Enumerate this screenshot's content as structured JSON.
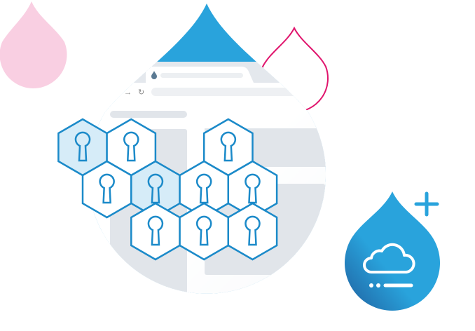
{
  "colors": {
    "brand_blue": "#29a3dc",
    "dark_blue": "#1f5f9e",
    "pink": "#f9cfe2",
    "magenta": "#e0156d",
    "hex_stroke": "#1b8ac9",
    "hex_fill_active": "#d6ecf8",
    "browser_gray": "#dde2e8"
  },
  "icons": [
    "drupal-drop-icon",
    "keyhole-icon",
    "cloud-icon",
    "plus-icon",
    "back-arrow-icon",
    "forward-arrow-icon",
    "reload-icon"
  ],
  "hexagons": [
    {
      "row": 0,
      "col": 0,
      "active": true
    },
    {
      "row": 0,
      "col": 1,
      "active": false
    },
    {
      "row": 0,
      "col": 3,
      "active": false
    },
    {
      "row": 1,
      "col": 0,
      "active": false
    },
    {
      "row": 1,
      "col": 1,
      "active": true
    },
    {
      "row": 1,
      "col": 2,
      "active": false
    },
    {
      "row": 1,
      "col": 3,
      "active": false
    },
    {
      "row": 2,
      "col": 1,
      "active": false
    },
    {
      "row": 2,
      "col": 2,
      "active": false
    },
    {
      "row": 2,
      "col": 3,
      "active": false
    }
  ]
}
